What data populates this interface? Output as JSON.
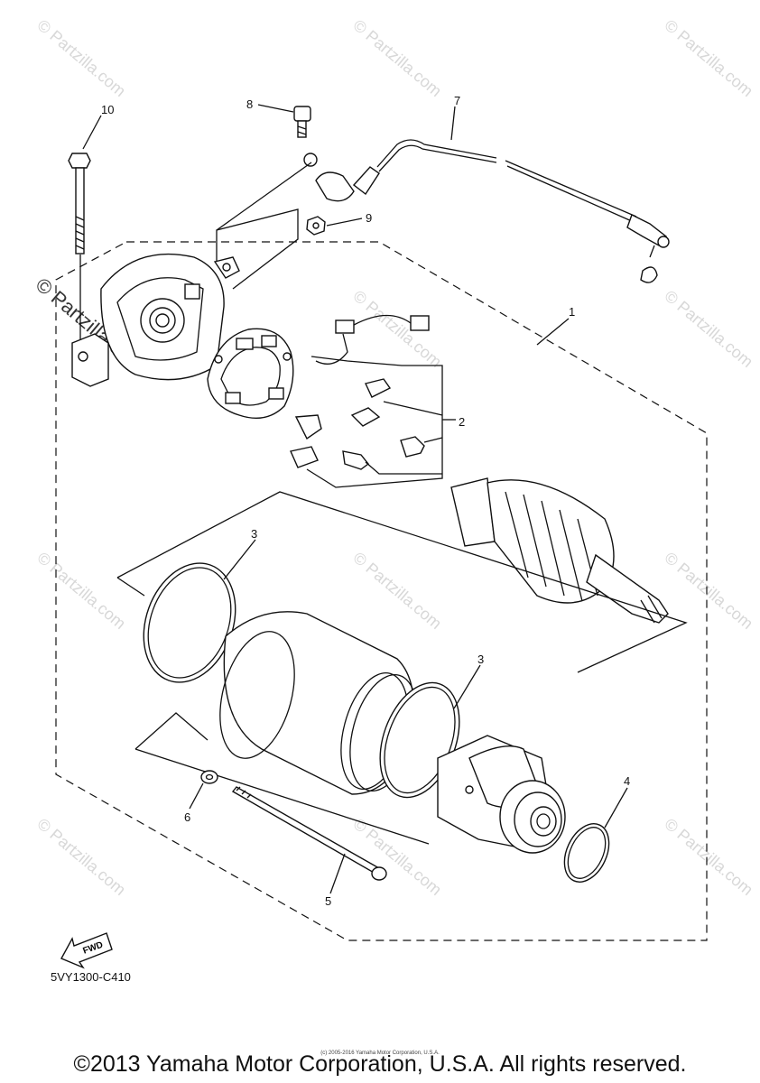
{
  "callouts": [
    "1",
    "2",
    "3",
    "3",
    "4",
    "5",
    "6",
    "7",
    "8",
    "9",
    "10"
  ],
  "diagram_code": "5VY1300-C410",
  "fwd_label": "FWD",
  "watermark": "© Partzilla.com",
  "small_copyright": "(c) 2005-2016 Yamaha Motor Corporation, U.S.A.",
  "footer": "©2013 Yamaha Motor Corporation, U.S.A. All rights reserved."
}
